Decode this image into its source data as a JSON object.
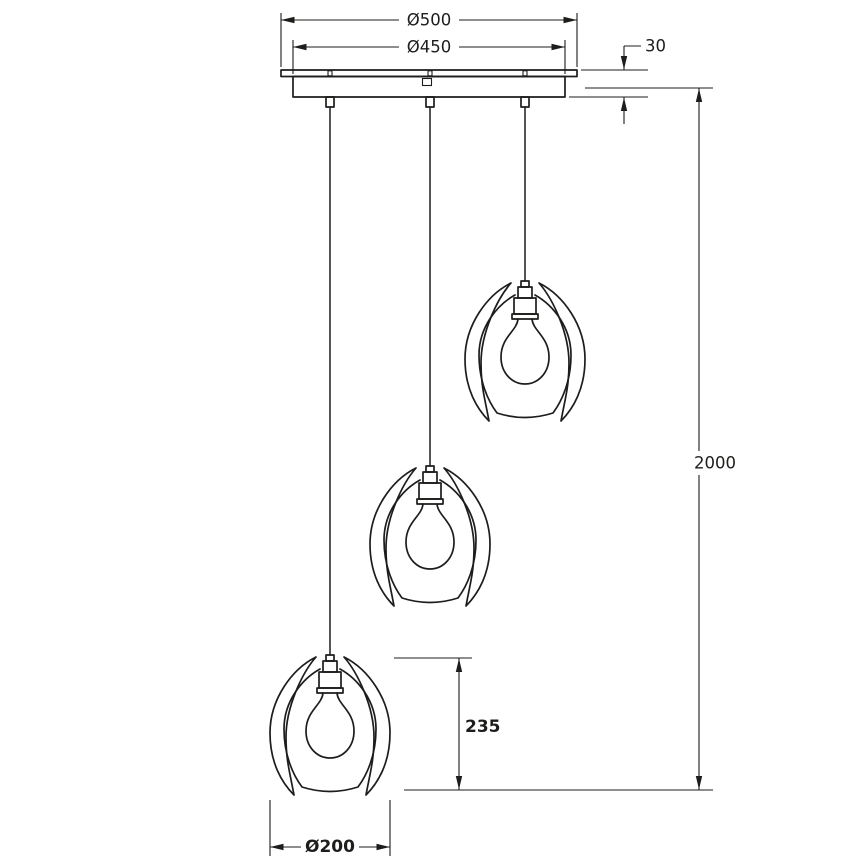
{
  "page": {
    "background_color": "#ffffff",
    "line_color": "#1d1d1b"
  },
  "dimensions": {
    "canopy_outer_diameter": "Ø500",
    "canopy_inner_diameter": "Ø450",
    "canopy_height": "30",
    "suspension_drop": "2000",
    "shade_height": "235",
    "shade_diameter": "Ø200"
  }
}
